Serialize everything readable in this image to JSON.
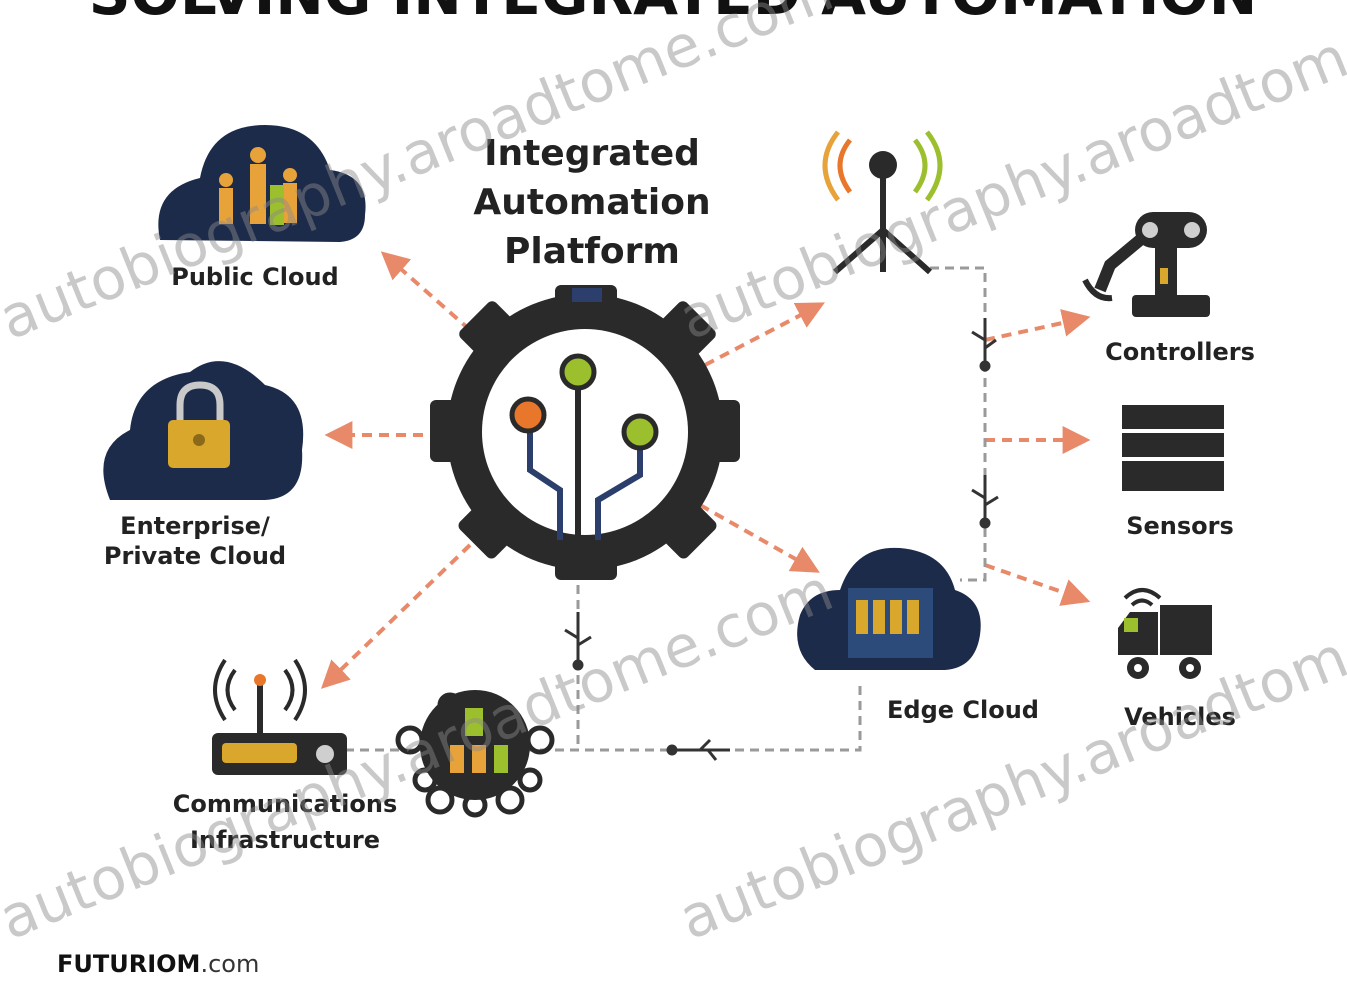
{
  "title": "SOLVING INTEGRATED AUTOMATION",
  "center_label": [
    "Integrated",
    "Automation",
    "Platform"
  ],
  "nodes": {
    "public_cloud": "Public Cloud",
    "private_cloud": [
      "Enterprise/",
      "Private Cloud"
    ],
    "communications": [
      "Communications",
      "Infrastructure"
    ],
    "edge_cloud": "Edge Cloud",
    "controllers": "Controllers",
    "sensors": "Sensors",
    "vehicles": "Vehicles"
  },
  "brand": {
    "main": "FUTURIOM",
    "suffix": ".com"
  },
  "watermark": "autobiography.aroadtome.com",
  "colors": {
    "gear": "#2a2a2a",
    "gear_accent": "#2c3e6b",
    "arrow": "#e88a6a",
    "dash": "#999999",
    "node_orange": "#e8762b",
    "node_green": "#9cbf2e",
    "cloud_dark": "#1d2b4a",
    "lock_gold": "#d9a72c"
  }
}
